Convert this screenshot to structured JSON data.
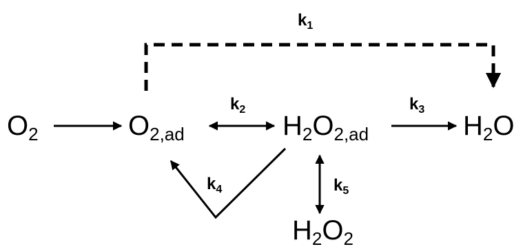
{
  "species": {
    "o2": {
      "main": "O",
      "sub": "2"
    },
    "o2_ad": {
      "main": "O",
      "sub": "2,ad"
    },
    "h2o2_ad": {
      "p1": "H",
      "s1": "2",
      "p2": "O",
      "s2": "2,ad"
    },
    "h2o": {
      "p1": "H",
      "s1": "2",
      "p2": "O"
    },
    "h2o2": {
      "p1": "H",
      "s1": "2",
      "p2": "O",
      "s2": "2"
    }
  },
  "rates": {
    "k1": {
      "main": "k",
      "sub": "1"
    },
    "k2": {
      "main": "k",
      "sub": "2"
    },
    "k3": {
      "main": "k",
      "sub": "3"
    },
    "k4": {
      "main": "k",
      "sub": "4"
    },
    "k5": {
      "main": "k",
      "sub": "5"
    }
  },
  "style": {
    "ink": "#000000",
    "background": "#ffffff"
  }
}
